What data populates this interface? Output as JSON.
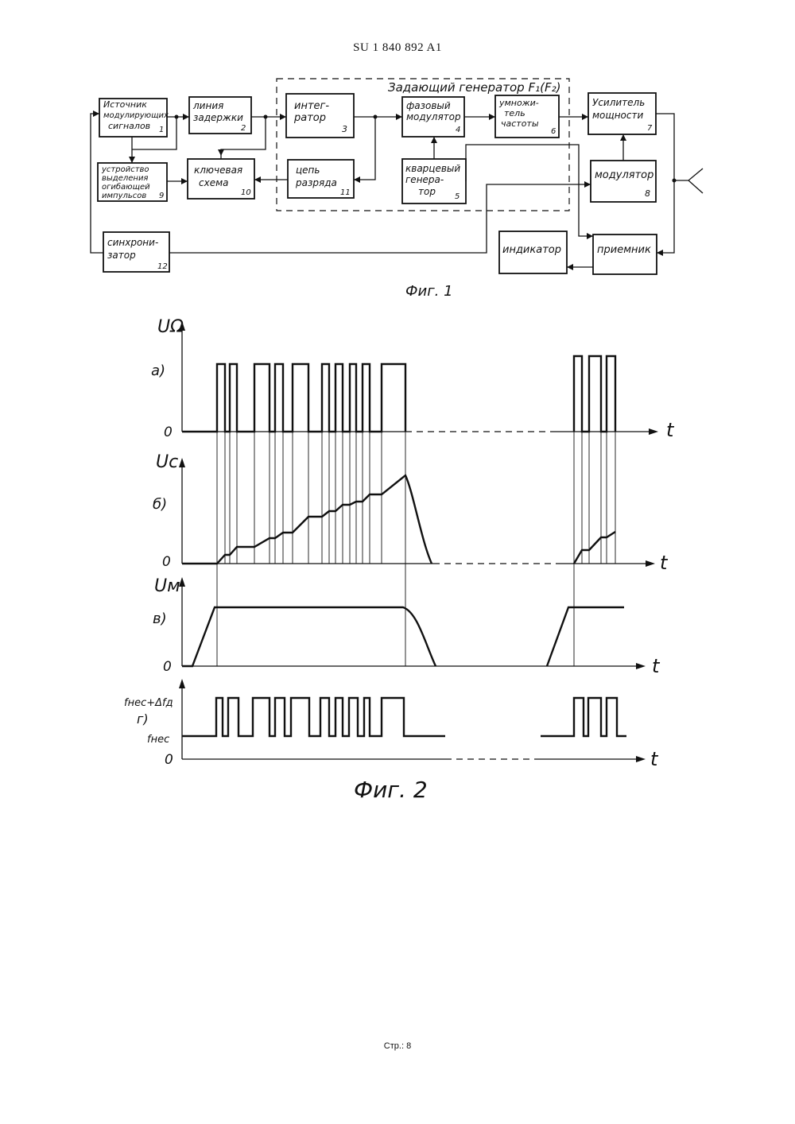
{
  "header": {
    "doc": "SU  1 840 892  A1"
  },
  "footer": {
    "page": "Стр.: 8"
  },
  "fig1": {
    "caption": "Фиг. 1",
    "dashed_label": "Задающий генератор F₁(F₂)",
    "blocks": {
      "b1": {
        "lines": [
          "Источник",
          "модулирующих",
          "сигналов"
        ],
        "num": "1"
      },
      "b2": {
        "lines": [
          "линия",
          "задержки"
        ],
        "num": "2"
      },
      "b3": {
        "lines": [
          "интег-",
          "ратор"
        ],
        "num": "3"
      },
      "b4": {
        "lines": [
          "фазовый",
          "модулятор"
        ],
        "num": "4"
      },
      "b5": {
        "lines": [
          "кварцевый",
          "генера-",
          "тор"
        ],
        "num": "5"
      },
      "b6": {
        "lines": [
          "умножи-",
          "тель",
          "частоты"
        ],
        "num": "6"
      },
      "b7": {
        "lines": [
          "Усилитель",
          "мощности"
        ],
        "num": "7"
      },
      "b8": {
        "lines": [
          "модулятор"
        ],
        "num": "8"
      },
      "b9": {
        "lines": [
          "устройство",
          "выделения",
          "огибающей",
          "импульсов"
        ],
        "num": "9"
      },
      "b10": {
        "lines": [
          "ключевая",
          "схема"
        ],
        "num": "10"
      },
      "b11": {
        "lines": [
          "цепь",
          "разряда"
        ],
        "num": "11"
      },
      "b12": {
        "lines": [
          "синхрони-",
          "затор"
        ],
        "num": "12"
      },
      "ind": {
        "lines": [
          "индикатор"
        ],
        "num": ""
      },
      "rx": {
        "lines": [
          "приемник"
        ],
        "num": ""
      }
    }
  },
  "fig2": {
    "caption": "Фиг. 2",
    "a": {
      "panel": "а)",
      "ylabel": "UΩ",
      "zero": "0",
      "t": "t"
    },
    "b": {
      "panel": "б)",
      "ylabel": "Uc",
      "zero": "0",
      "t": "t"
    },
    "v": {
      "panel": "в)",
      "ylabel": "Uм",
      "zero": "0",
      "t": "t"
    },
    "g": {
      "panel": "г)",
      "level_hi": "fнес+Δfд",
      "level_lo": "fнес",
      "zero": "0",
      "t": "t"
    }
  }
}
